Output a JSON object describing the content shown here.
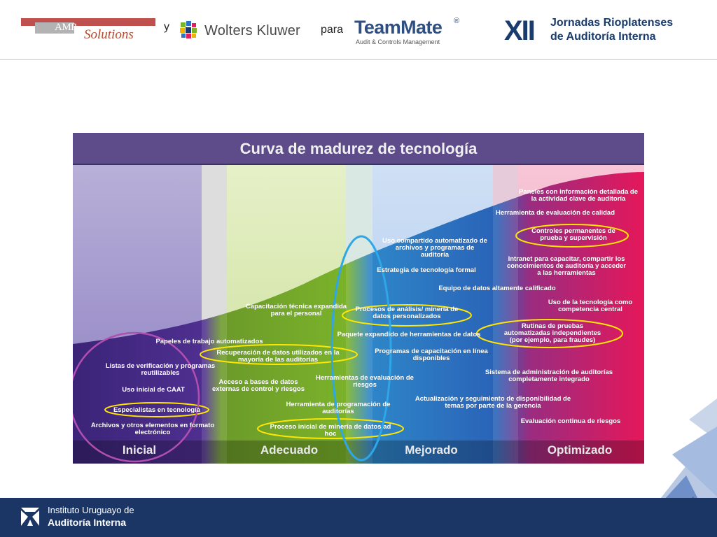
{
  "header": {
    "amp_logo_text": "AMP",
    "amp_solutions": "Solutions",
    "connector_y": "y",
    "wolters_kluwer": "Wolters Kluwer",
    "connector_para": "para",
    "teammate_name": "TeamMate",
    "teammate_reg": "®",
    "teammate_sub": "Audit & Controls Management",
    "jornadas_num": "XII",
    "jornadas_line1": "Jornadas Rioplatenses",
    "jornadas_line2": "de Auditoría Interna"
  },
  "chart": {
    "title": "Curva de madurez de tecnología",
    "stages": [
      "Inicial",
      "Adecuado",
      "Mejorado",
      "Optimizado"
    ],
    "inicial": [
      "Papeles de trabajo automatizados",
      "Listas de verificación y programas reutilizables",
      "Uso inicial de CAAT",
      "Especialistas en tecnología",
      "Archivos y otros elementos en formato electrónico"
    ],
    "adecuado": [
      "Capacitación técnica expandida para el personal",
      "Recuperación de datos utilizados en la mayoría de las auditorías",
      "Acceso a bases de datos externas de control y riesgos",
      "Herramientas de evaluación de riesgos",
      "Herramienta de programación de auditorías",
      "Proceso inicial de minería de datos ad hoc"
    ],
    "mejorado": [
      "Uso compartido automatizado de archivos y programas de auditoría",
      "Estrategia de tecnología formal",
      "Procesos de análisis/ minería de datos personalizados",
      "Paquete expandido de herramientas de datos",
      "Programas de capacitación en línea disponibles",
      "Actualización y seguimiento de disponibilidad de temas por parte de la gerencia"
    ],
    "optimizado": [
      "Paneles con información detallada de la actividad clave de auditoría",
      "Herramienta de evaluación de calidad",
      "Controles permanentes de prueba y supervisión",
      "Intranet para capacitar, compartir los conocimientos de auditoría y acceder a las herramientas",
      "Equipo de datos altamente calificado",
      "Uso de la tecnología como competencia central",
      "Rutinas de pruebas automatizadas independientes (por ejemplo, para fraudes)",
      "Sistema de administración de auditorías completamente integrado",
      "Evaluación continua de riesgos"
    ]
  },
  "footer": {
    "line1": "Instituto Uruguayo de",
    "line2": "Auditoría Interna"
  },
  "colors": {
    "header_navy": "#1a3b6e",
    "footer_navy": "#1b3564",
    "amp_red": "#c0504d",
    "highlight_yellow": "#ffe600",
    "circle_blue": "#2fa6e6",
    "circle_purple": "#b04fb0",
    "stage_inicial": "#4a2f86",
    "stage_adecuado": "#7ab32a",
    "stage_mejorado": "#2a73c8",
    "stage_optimizado": "#e0205e"
  }
}
